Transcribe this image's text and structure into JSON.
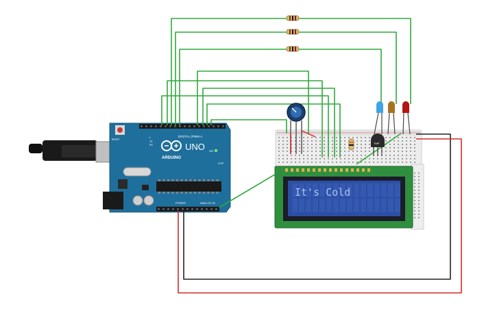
{
  "board": {
    "logo": "ARDUINO",
    "model": "UNO",
    "digital_label": "DIGITAL (PWM~)",
    "power_label": "POWER",
    "analog_label": "ANALOG IN",
    "reset_label": "RESET",
    "tx_label": "TX",
    "rx_label": "RX",
    "l_label": "L",
    "on_label": "ON",
    "icsp_label": "ICSP"
  },
  "lcd": {
    "text": "It's Cold"
  },
  "sensor": {
    "label": "TMP"
  },
  "colors": {
    "board": "#1f6f9c",
    "lcd_pcb": "#2f8f3e",
    "lcd_screen": "#2c4fa3",
    "lcd_text": "#a9c0f2",
    "wire_green": "#2fa83a",
    "wire_black": "#222222",
    "wire_red": "#d42a2a",
    "led_blue": "#3ea4e6",
    "led_yellow": "#a8731e",
    "led_red": "#b31616"
  }
}
